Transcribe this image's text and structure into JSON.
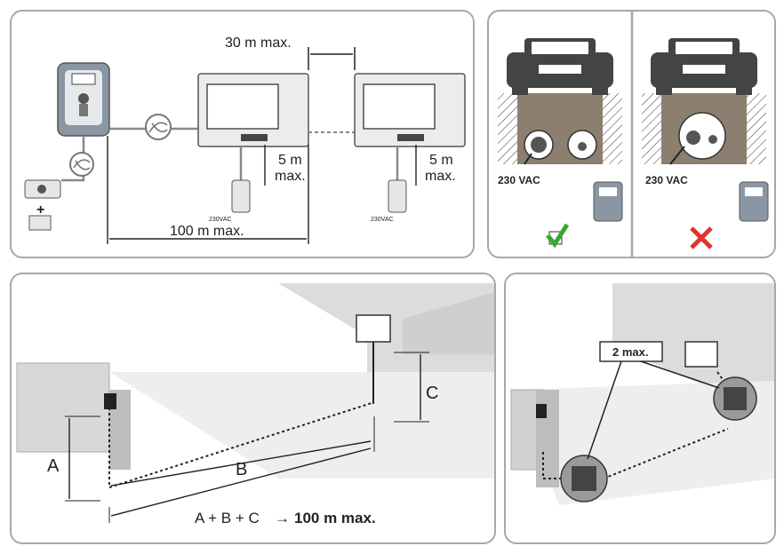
{
  "wiring": {
    "monitor_spacing": "30 m max.",
    "psu_cable": {
      "line1": "5 m",
      "line2": "max."
    },
    "psu_label": "230VAC",
    "total_cable": "100 m max."
  },
  "conduit": {
    "left": {
      "voltage": "230 VAC",
      "verdict": "check"
    },
    "right": {
      "voltage": "230 VAC",
      "verdict": "cross"
    }
  },
  "install": {
    "label_a": "A",
    "label_b": "B",
    "label_c": "C",
    "formula": "A + B + C",
    "arrow": "→",
    "formula_result": "100 m max."
  },
  "junction": {
    "label": "2 max."
  },
  "colors": {
    "panel_border": "#a8a8a8",
    "soil": "#8c7f6f",
    "check_green": "#3aa535",
    "cross_red": "#e0332b",
    "wall_gray": "#dcdcdc"
  }
}
